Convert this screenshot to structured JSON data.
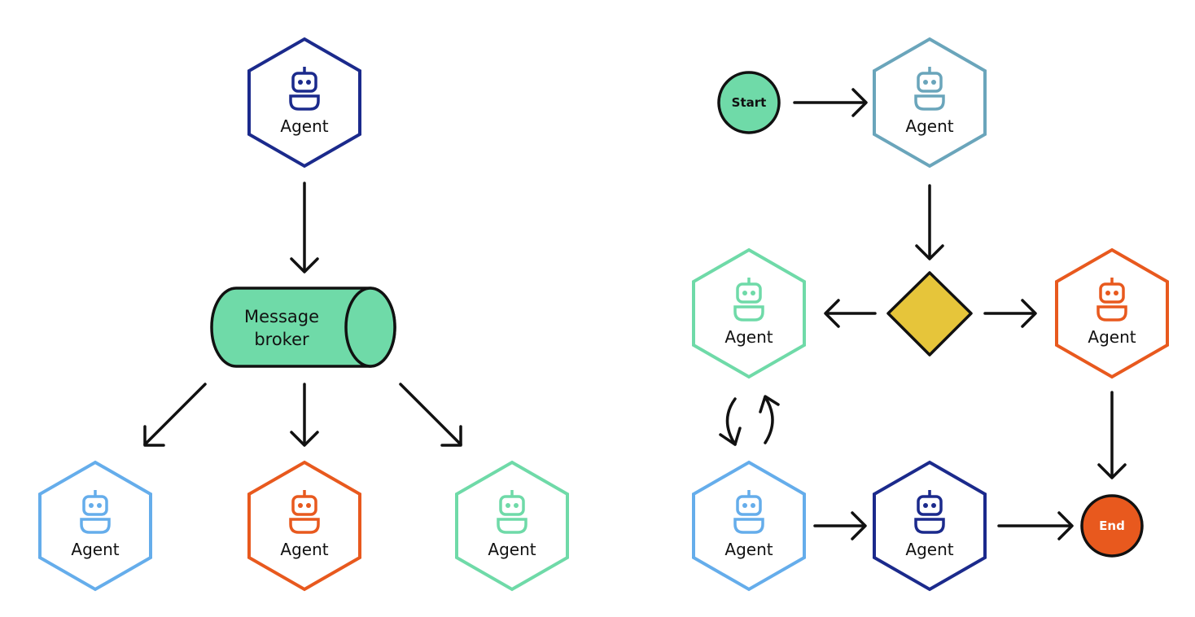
{
  "colors": {
    "navy": "#1b2a8c",
    "steel": "#6aa5bb",
    "mint": "#6fdaa8",
    "sky": "#65adeb",
    "orange": "#e8591e",
    "gold": "#e6c53a",
    "ink": "#111111"
  },
  "icons": {
    "agent": "robot-icon"
  },
  "left": {
    "top_agent": {
      "label": "Agent",
      "color": "navy"
    },
    "broker": {
      "line1": "Message",
      "line2": "broker",
      "color": "mint"
    },
    "agents": [
      {
        "label": "Agent",
        "color": "sky"
      },
      {
        "label": "Agent",
        "color": "orange"
      },
      {
        "label": "Agent",
        "color": "mint"
      }
    ]
  },
  "right": {
    "start": {
      "label": "Start",
      "color": "mint"
    },
    "end": {
      "label": "End",
      "color": "orange"
    },
    "decision": {
      "color": "gold"
    },
    "agents": [
      {
        "id": "a1",
        "label": "Agent",
        "color": "steel"
      },
      {
        "id": "a2",
        "label": "Agent",
        "color": "mint"
      },
      {
        "id": "a3",
        "label": "Agent",
        "color": "orange"
      },
      {
        "id": "a4",
        "label": "Agent",
        "color": "sky"
      },
      {
        "id": "a5",
        "label": "Agent",
        "color": "navy"
      }
    ]
  }
}
